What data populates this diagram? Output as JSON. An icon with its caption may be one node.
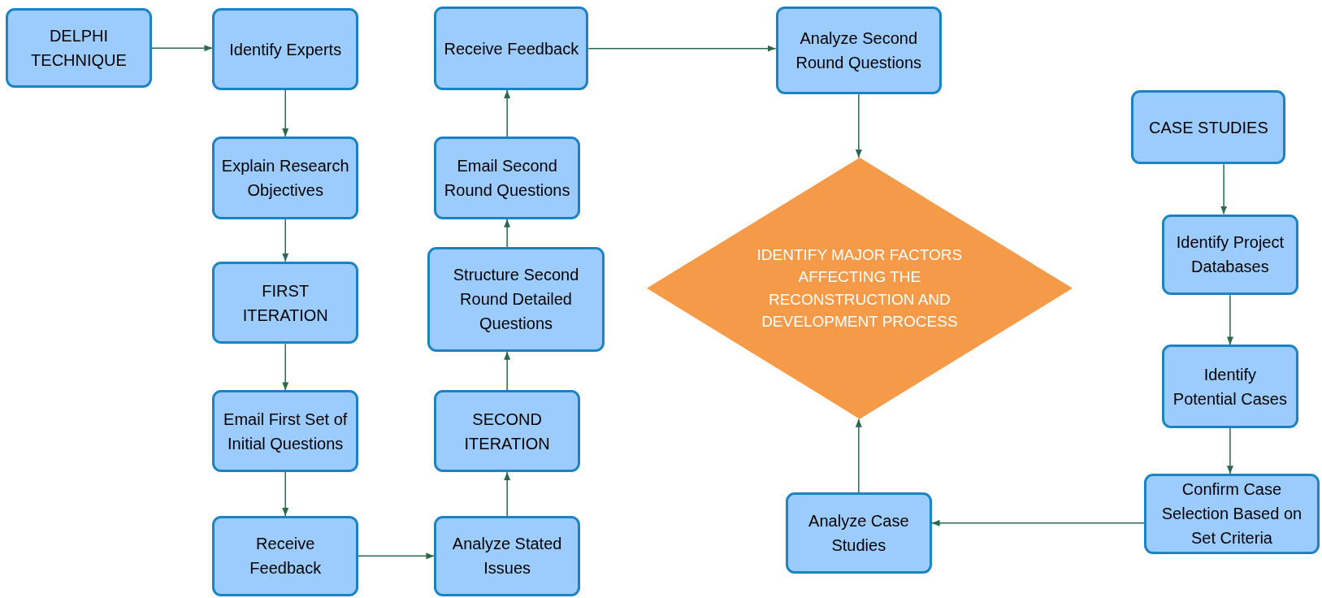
{
  "diagram": {
    "nodes": [
      {
        "text": [
          "DELPHI TECHNIQUE"
        ]
      },
      {
        "text": [
          "Identify Experts"
        ]
      },
      {
        "text": [
          "Explain Research Objectives"
        ]
      },
      {
        "text": [
          "FIRST ITERATION"
        ]
      },
      {
        "text": [
          "Email First Set of Initial Questions"
        ]
      },
      {
        "text": [
          "Receive Feedback"
        ]
      },
      {
        "text": [
          "Analyze Stated Issues"
        ]
      },
      {
        "text": [
          "SECOND ITERATION"
        ]
      },
      {
        "text": [
          "Structure Second Round Detailed Questions"
        ]
      },
      {
        "text": [
          "Email Second Round Questions"
        ]
      },
      {
        "text": [
          "Receive Feedback"
        ]
      },
      {
        "text": [
          "Analyze Second Round Questions"
        ]
      },
      {
        "text": [
          "IDENTIFY MAJOR FACTORS AFFECTING THE RECONSTRUCTION AND DEVELOPMENT PROCESS"
        ]
      },
      {
        "text": [
          "CASE STUDIES"
        ]
      },
      {
        "text": [
          "Identify Project Databases"
        ]
      },
      {
        "text": [
          "Identify Potential Cases"
        ]
      },
      {
        "text": [
          "Confirm Case Selection Based on Set Criteria"
        ]
      },
      {
        "text": [
          "Analyze Case Studies"
        ]
      }
    ],
    "edges": [
      {
        "from": 0,
        "to": 1,
        "arrow": "to"
      },
      {
        "from": 1,
        "to": 2,
        "arrow": "to"
      },
      {
        "from": 2,
        "to": 3,
        "arrow": "to"
      },
      {
        "from": 3,
        "to": 4,
        "arrow": "to"
      },
      {
        "from": 4,
        "to": 5,
        "arrow": "to"
      },
      {
        "from": 5,
        "to": 6,
        "arrow": "to"
      },
      {
        "from": 6,
        "to": 7,
        "arrow": "to"
      },
      {
        "from": 7,
        "to": 8,
        "arrow": "to"
      },
      {
        "from": 8,
        "to": 9,
        "arrow": "to"
      },
      {
        "from": 9,
        "to": 10,
        "arrow": "to"
      },
      {
        "from": 10,
        "to": 11,
        "arrow": "to"
      },
      {
        "from": 11,
        "to": 12,
        "arrow": "to"
      },
      {
        "from": 13,
        "to": 14,
        "arrow": "to"
      },
      {
        "from": 14,
        "to": 15,
        "arrow": "to"
      },
      {
        "from": 15,
        "to": 16,
        "arrow": "to"
      },
      {
        "from": 16,
        "to": 17,
        "arrow": "to"
      },
      {
        "from": 17,
        "to": 12,
        "arrow": "to"
      }
    ]
  }
}
